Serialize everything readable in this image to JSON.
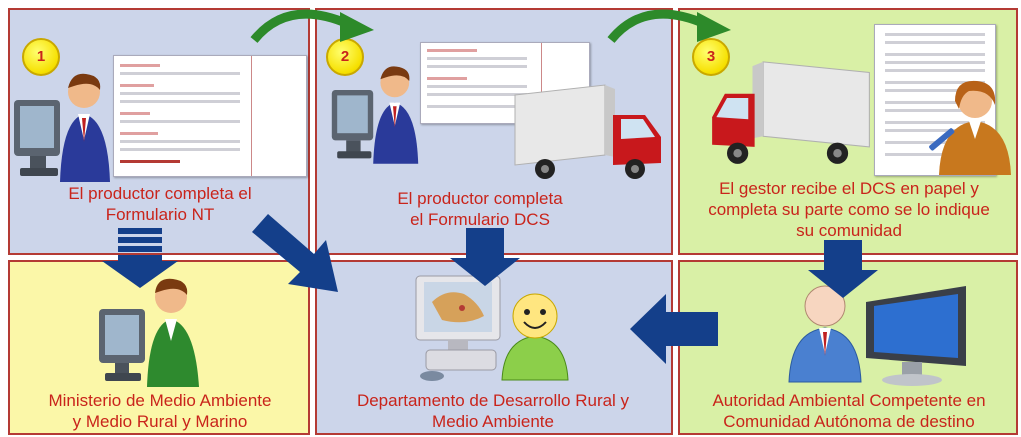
{
  "steps": [
    {
      "number": "1",
      "caption": "El productor completa el\nFormulario NT",
      "color": "#ccd5ea"
    },
    {
      "number": "2",
      "caption": "El productor completa\nel Formulario DCS",
      "color": "#ccd5ea"
    },
    {
      "number": "3",
      "caption": "El gestor recibe el DCS en papel y\ncompleta su parte como se lo indique\nsu comunidad",
      "color": "#d9f0a6"
    }
  ],
  "destinations": [
    {
      "caption": "Ministerio de Medio Ambiente\ny Medio Rural y Marino",
      "color": "#fbf7a8"
    },
    {
      "caption": "Departamento de Desarrollo Rural y\nMedio Ambiente",
      "color": "#ccd5ea"
    },
    {
      "caption": "Autoridad Ambiental Competente en\nComunidad Autónoma de destino",
      "color": "#d9f0a6"
    }
  ],
  "arrow_color": "#143f8a",
  "curved_arrow_color": "#2d8a2a"
}
